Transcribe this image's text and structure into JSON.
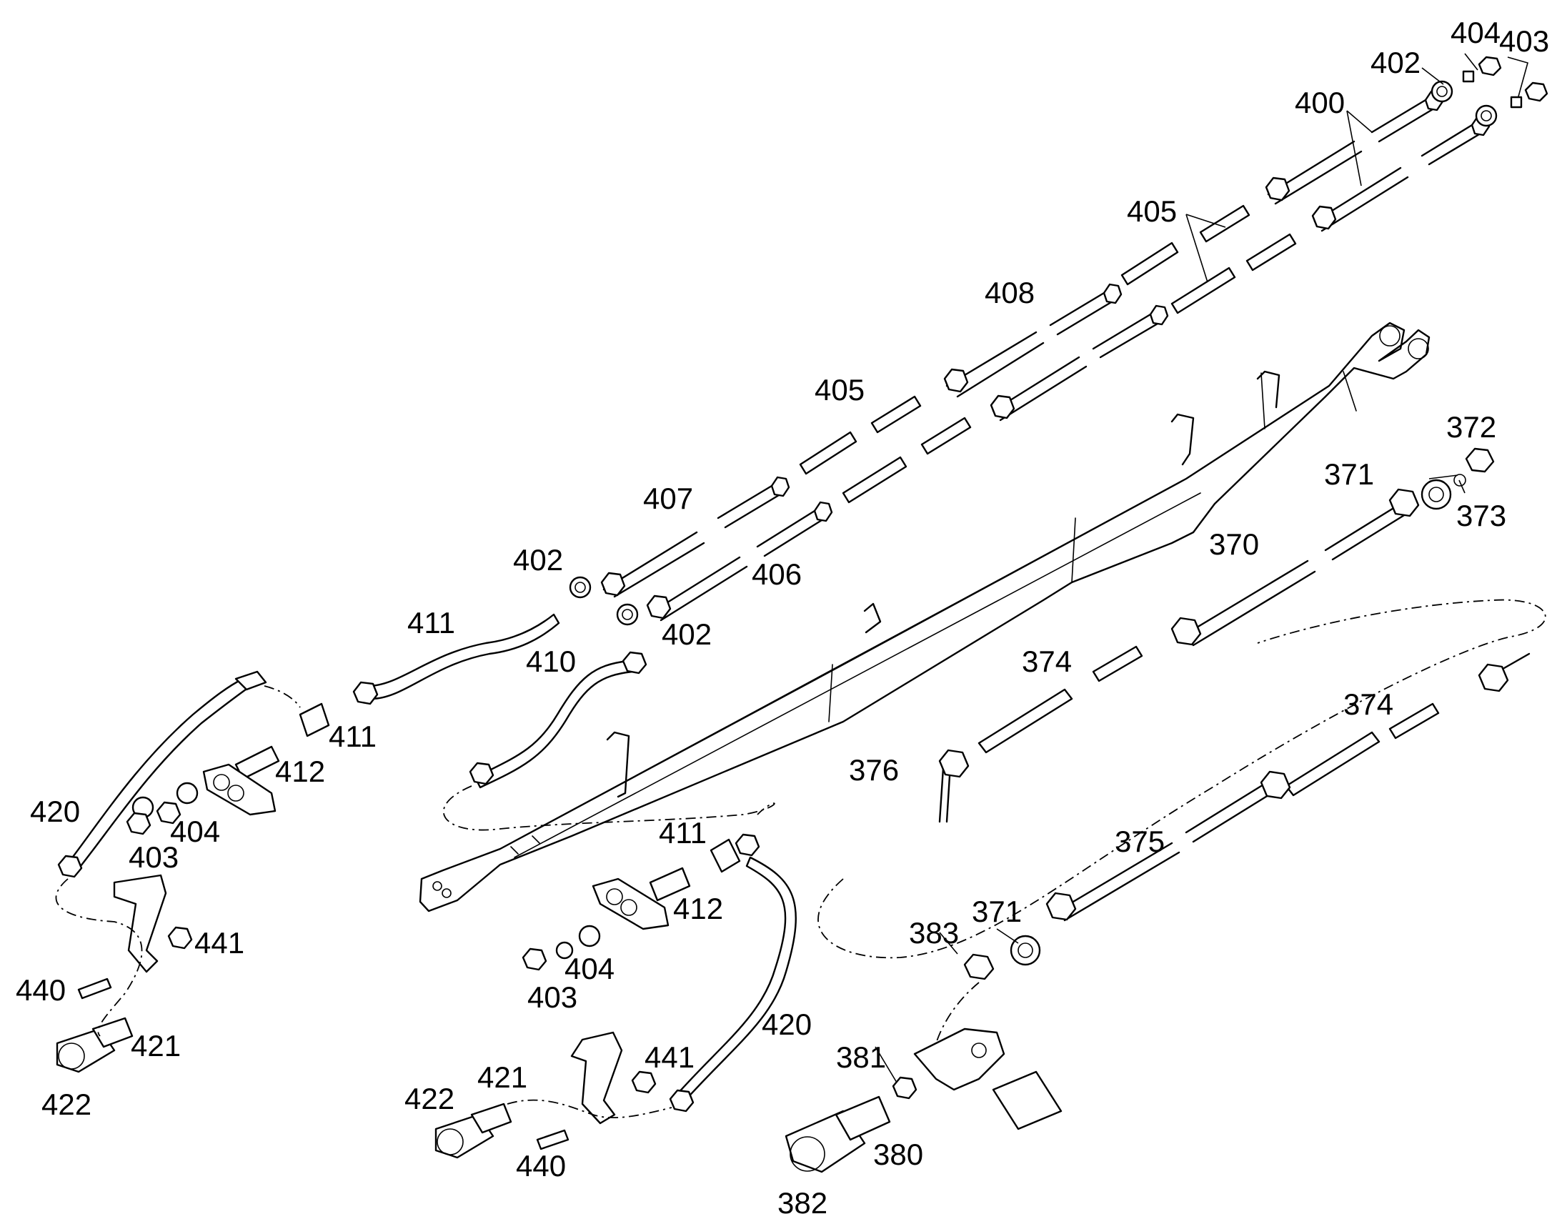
{
  "diagram": {
    "callouts": [
      {
        "id": "c404a",
        "label": "404"
      },
      {
        "id": "c403a",
        "label": "403"
      },
      {
        "id": "c402a",
        "label": "402"
      },
      {
        "id": "c400",
        "label": "400"
      },
      {
        "id": "c405a",
        "label": "405"
      },
      {
        "id": "c408",
        "label": "408"
      },
      {
        "id": "c405b",
        "label": "405"
      },
      {
        "id": "c407",
        "label": "407"
      },
      {
        "id": "c372",
        "label": "372"
      },
      {
        "id": "c371a",
        "label": "371"
      },
      {
        "id": "c373",
        "label": "373"
      },
      {
        "id": "c370",
        "label": "370"
      },
      {
        "id": "c402b",
        "label": "402"
      },
      {
        "id": "c406",
        "label": "406"
      },
      {
        "id": "c411a",
        "label": "411"
      },
      {
        "id": "c402c",
        "label": "402"
      },
      {
        "id": "c410",
        "label": "410"
      },
      {
        "id": "c374a",
        "label": "374"
      },
      {
        "id": "c374b",
        "label": "374"
      },
      {
        "id": "c411b",
        "label": "411"
      },
      {
        "id": "c412a",
        "label": "412"
      },
      {
        "id": "c376",
        "label": "376"
      },
      {
        "id": "c420a",
        "label": "420"
      },
      {
        "id": "c404b",
        "label": "404"
      },
      {
        "id": "c403b",
        "label": "403"
      },
      {
        "id": "c411c",
        "label": "411"
      },
      {
        "id": "c375",
        "label": "375"
      },
      {
        "id": "c441a",
        "label": "441"
      },
      {
        "id": "c412b",
        "label": "412"
      },
      {
        "id": "c371b",
        "label": "371"
      },
      {
        "id": "c383",
        "label": "383"
      },
      {
        "id": "c440a",
        "label": "440"
      },
      {
        "id": "c404c",
        "label": "404"
      },
      {
        "id": "c403c",
        "label": "403"
      },
      {
        "id": "c421a",
        "label": "421"
      },
      {
        "id": "c420b",
        "label": "420"
      },
      {
        "id": "c441b",
        "label": "441"
      },
      {
        "id": "c381",
        "label": "381"
      },
      {
        "id": "c422a",
        "label": "422"
      },
      {
        "id": "c421b",
        "label": "421"
      },
      {
        "id": "c422b",
        "label": "422"
      },
      {
        "id": "c380",
        "label": "380"
      },
      {
        "id": "c440b",
        "label": "440"
      },
      {
        "id": "c382",
        "label": "382"
      }
    ]
  }
}
